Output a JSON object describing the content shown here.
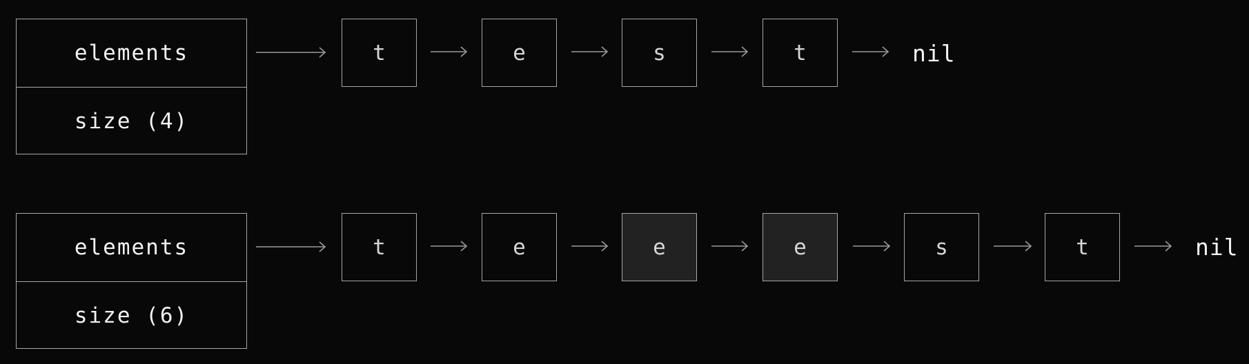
{
  "rows": [
    {
      "header": {
        "elements_label": "elements",
        "size_label": "size (4)"
      },
      "nodes": [
        {
          "char": "t",
          "inserted": false
        },
        {
          "char": "e",
          "inserted": false
        },
        {
          "char": "s",
          "inserted": false
        },
        {
          "char": "t",
          "inserted": false
        }
      ],
      "terminator": "nil"
    },
    {
      "header": {
        "elements_label": "elements",
        "size_label": "size (6)"
      },
      "nodes": [
        {
          "char": "t",
          "inserted": false
        },
        {
          "char": "e",
          "inserted": false
        },
        {
          "char": "e",
          "inserted": true
        },
        {
          "char": "e",
          "inserted": true
        },
        {
          "char": "s",
          "inserted": false
        },
        {
          "char": "t",
          "inserted": false
        }
      ],
      "terminator": "nil"
    }
  ],
  "colors": {
    "background": "#080808",
    "border": "#a8a8a8",
    "inserted_fill": "#222222",
    "arrow": "#9a9a9a"
  }
}
